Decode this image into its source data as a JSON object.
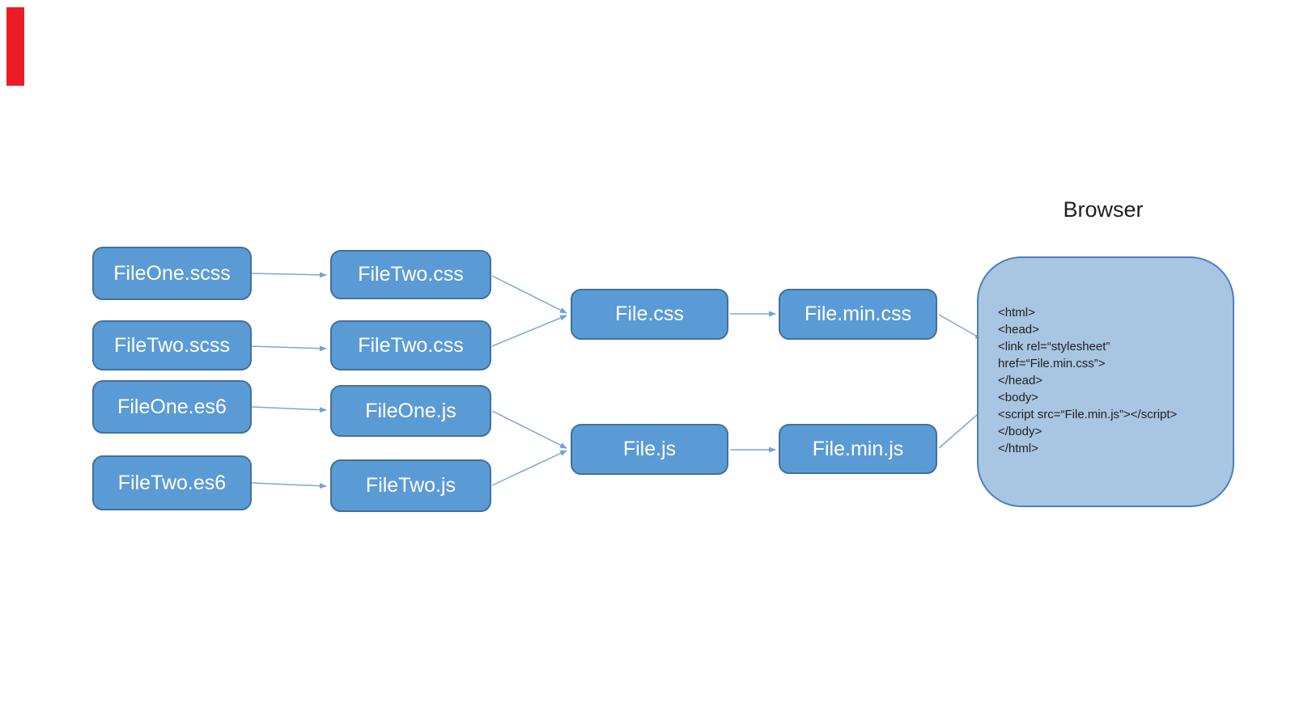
{
  "diagram_title": "Browser",
  "colors": {
    "node_fill": "#5b9bd5",
    "node_border": "#41719c",
    "browser_fill": "#a8c5e2",
    "browser_border": "#4a80c0",
    "arrow": "#7da7d8",
    "node_text": "#ffffff",
    "code_text": "#1f1f1f",
    "marker_red": "#ec1c24"
  },
  "nodes": [
    {
      "id": "fileone-scss",
      "label": "FileOne.scss"
    },
    {
      "id": "filetwo-scss",
      "label": "FileTwo.scss"
    },
    {
      "id": "fileone-es6",
      "label": "FileOne.es6"
    },
    {
      "id": "filetwo-es6",
      "label": "FileTwo.es6"
    },
    {
      "id": "filetwo-css-1",
      "label": "FileTwo.css"
    },
    {
      "id": "filetwo-css-2",
      "label": "FileTwo.css"
    },
    {
      "id": "fileone-js",
      "label": "FileOne.js"
    },
    {
      "id": "filetwo-js",
      "label": "FileTwo.js"
    },
    {
      "id": "file-css",
      "label": "File.css"
    },
    {
      "id": "file-js",
      "label": "File.js"
    },
    {
      "id": "file-min-css",
      "label": "File.min.css"
    },
    {
      "id": "file-min-js",
      "label": "File.min.js"
    }
  ],
  "browser": {
    "title": "Browser",
    "code_lines": [
      "<html>",
      "<head>",
      "<link rel=“stylesheet”",
      "href=“File.min.css”>",
      "</head>",
      "<body>",
      "<script src=“File.min.js”></script>",
      "</body>",
      "</html>"
    ]
  },
  "edges": [
    {
      "from": "fileone-scss",
      "to": "filetwo-css-1"
    },
    {
      "from": "filetwo-scss",
      "to": "filetwo-css-2"
    },
    {
      "from": "fileone-es6",
      "to": "fileone-js"
    },
    {
      "from": "filetwo-es6",
      "to": "filetwo-js"
    },
    {
      "from": "filetwo-css-1",
      "to": "file-css"
    },
    {
      "from": "filetwo-css-2",
      "to": "file-css"
    },
    {
      "from": "fileone-js",
      "to": "file-js"
    },
    {
      "from": "filetwo-js",
      "to": "file-js"
    },
    {
      "from": "file-css",
      "to": "file-min-css"
    },
    {
      "from": "file-js",
      "to": "file-min-js"
    },
    {
      "from": "file-min-css",
      "to": "browser"
    },
    {
      "from": "file-min-js",
      "to": "browser"
    }
  ]
}
